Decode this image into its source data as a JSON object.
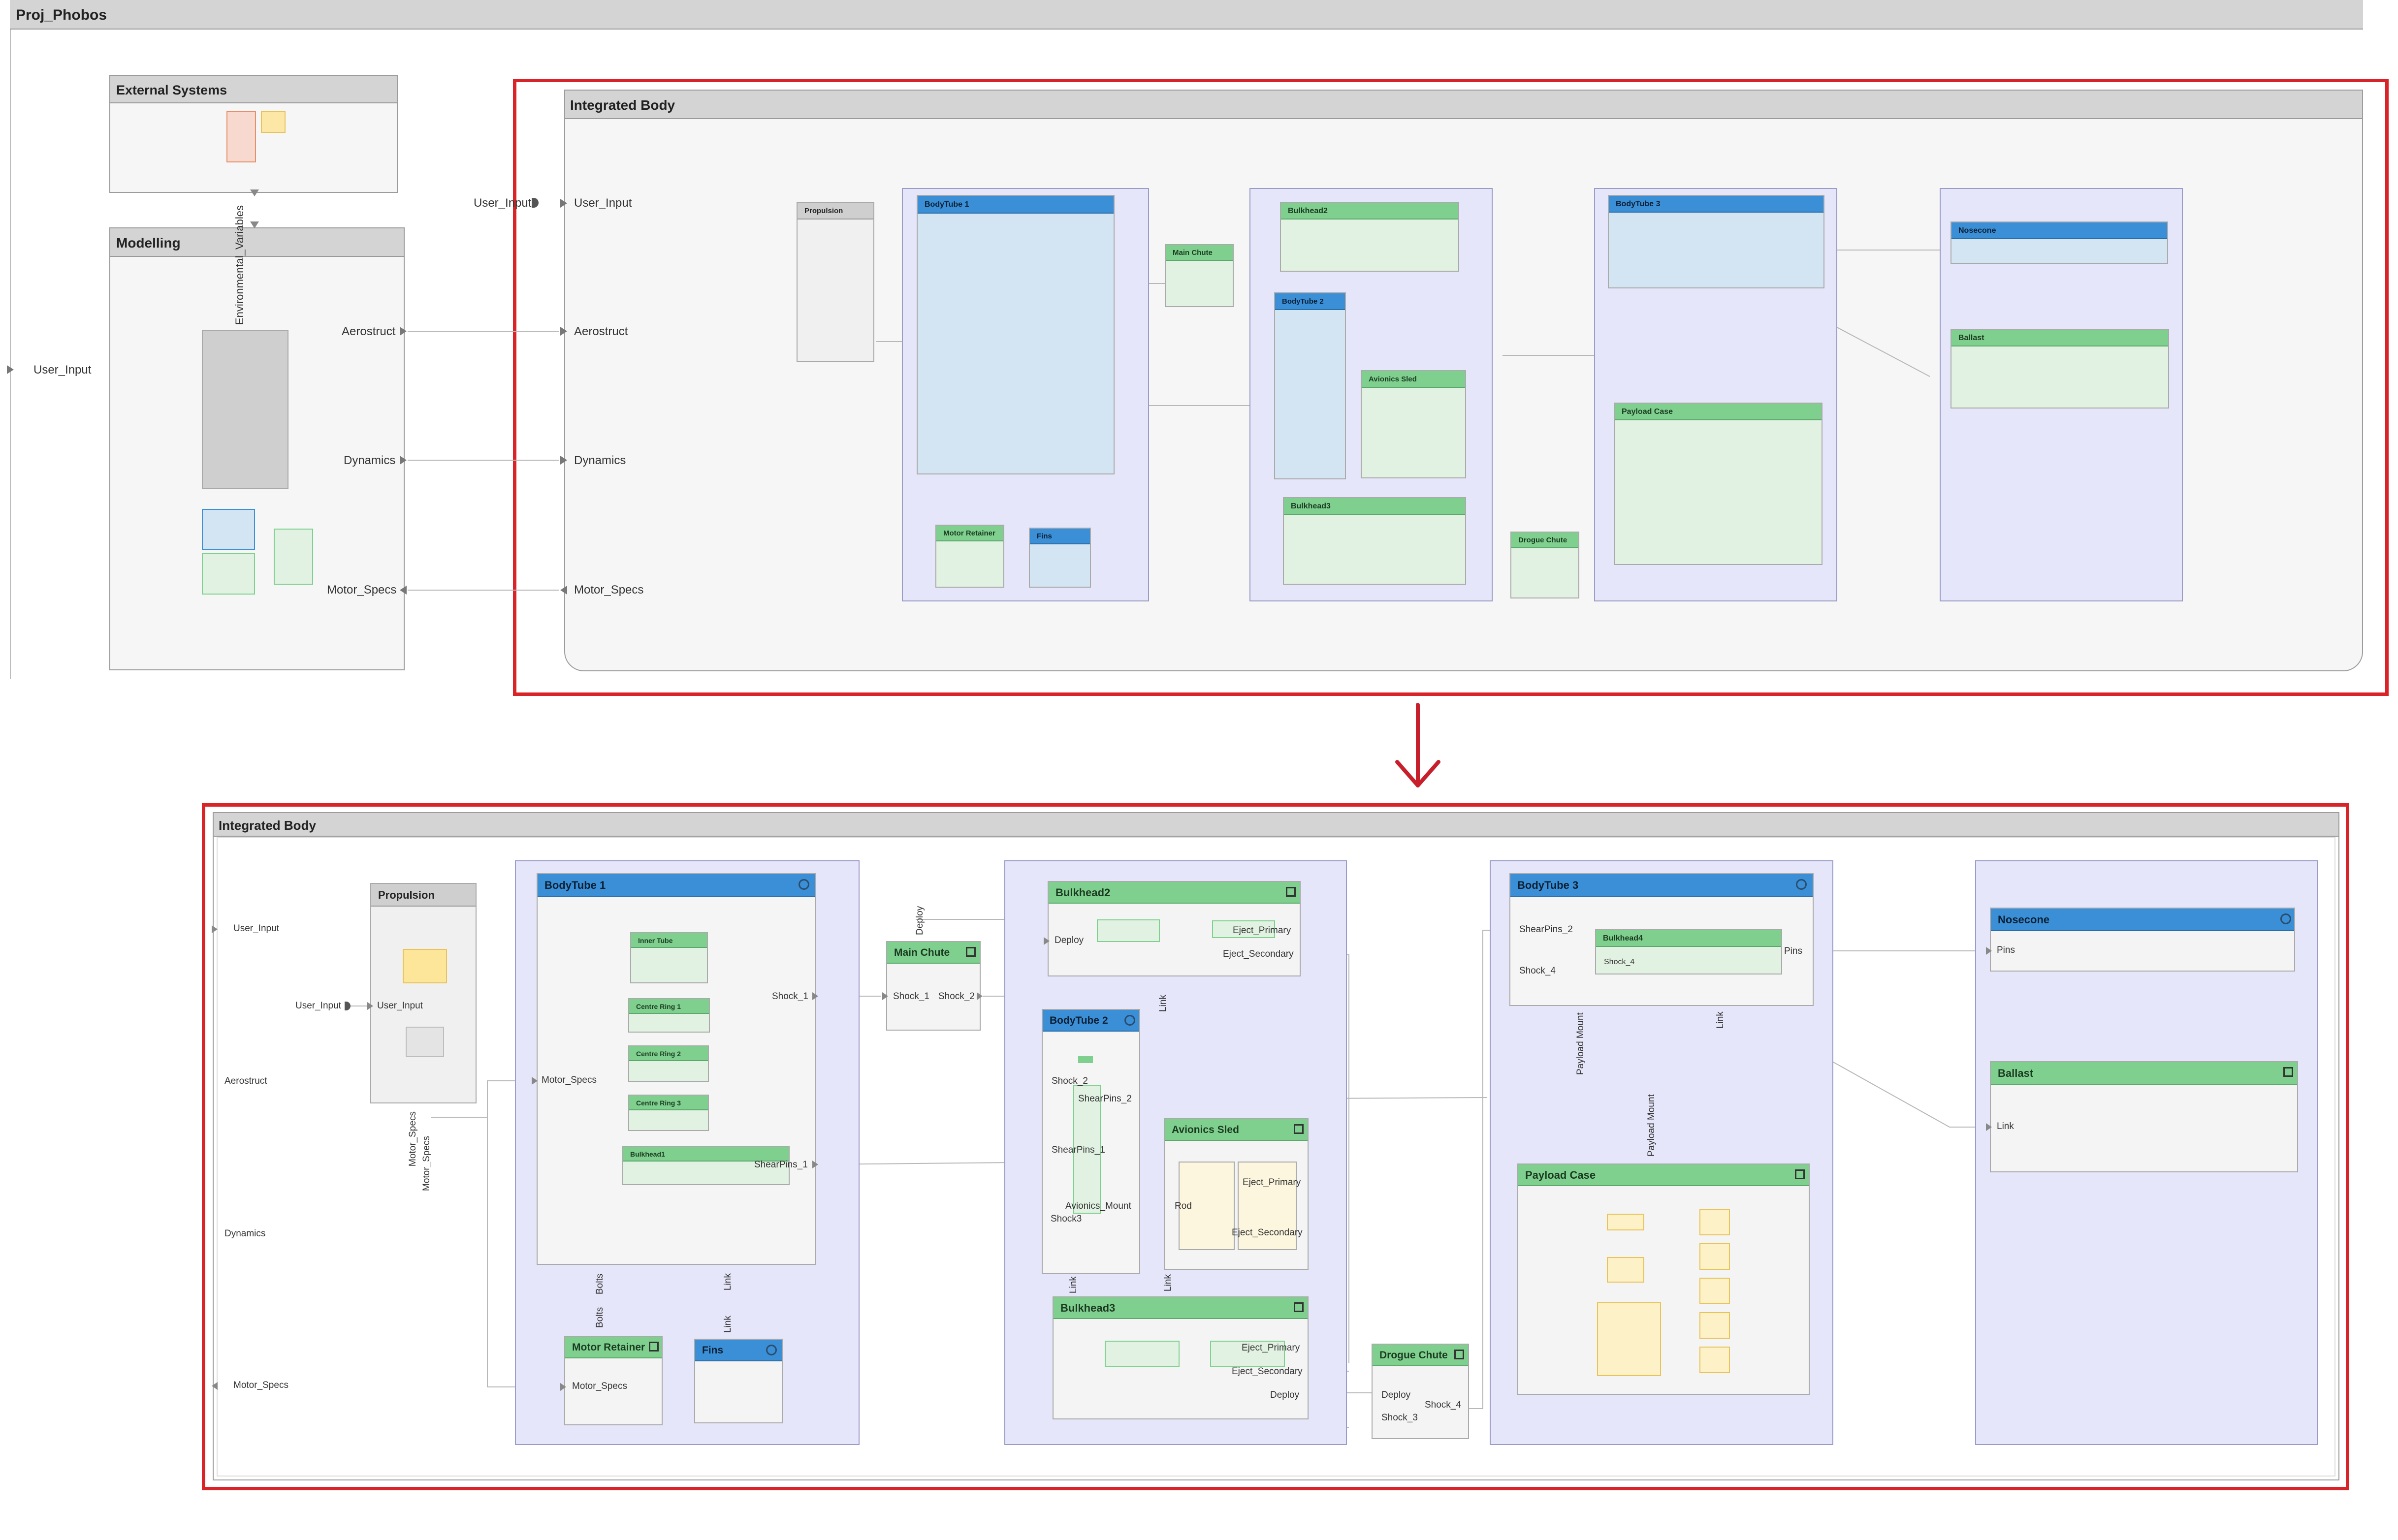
{
  "project": {
    "title": "Proj_Phobos"
  },
  "top": {
    "external_systems": "External Systems",
    "modelling": "Modelling",
    "environmental_variables": "Environmental_Variables",
    "user_input": "User_Input",
    "modelling_ports": [
      "Aerostruct",
      "Dynamics",
      "Motor_Specs"
    ],
    "integrated_body": "Integrated Body",
    "ib_ports": [
      "User_Input",
      "Aerostruct",
      "Dynamics",
      "Motor_Specs"
    ],
    "propulsion": "Propulsion",
    "bodytube1": "BodyTube 1",
    "main_chute": "Main Chute",
    "bulkhead2": "Bulkhead2",
    "bodytube2": "BodyTube 2",
    "avionics_sled": "Avionics Sled",
    "bulkhead3": "Bulkhead3",
    "motor_retainer": "Motor Retainer",
    "fins": "Fins",
    "drogue_chute": "Drogue Chute",
    "bodytube3": "BodyTube 3",
    "payload_case": "Payload Case",
    "nosecone": "Nosecone",
    "ballast": "Ballast"
  },
  "detail": {
    "title": "Integrated Body",
    "left_ports": [
      "User_Input",
      "Aerostruct",
      "Dynamics",
      "Motor_Specs"
    ],
    "propulsion": {
      "title": "Propulsion",
      "in_port": "User_Input",
      "ext_in": "User_Input",
      "out_ports": [
        "Motor_Specs",
        "Motor_Specs"
      ]
    },
    "bodytube1": {
      "title": "BodyTube 1",
      "ports": {
        "motor_specs": "Motor_Specs",
        "shock_1": "Shock_1",
        "shearpins_1": "ShearPins_1",
        "bolts": "Bolts",
        "link": "Link"
      },
      "children": [
        "Inner Tube",
        "Centre Ring 1",
        "Centre Ring 2",
        "Centre Ring 3",
        "Bulkhead1"
      ]
    },
    "main_chute": {
      "title": "Main Chute",
      "ports": [
        "Shock_1",
        "Shock_2"
      ],
      "deploy": "Deploy"
    },
    "bulkhead2": {
      "title": "Bulkhead2",
      "ports": [
        "Deploy",
        "Eject_Primary",
        "Eject_Secondary"
      ],
      "link": "Link"
    },
    "bodytube2": {
      "title": "BodyTube 2",
      "ports": [
        "Shock_2",
        "ShearPins_2",
        "ShearPins_1",
        "Avionics_Mount",
        "Shock3"
      ],
      "link": "Link"
    },
    "avionics_sled": {
      "title": "Avionics Sled",
      "ports": [
        "Rod",
        "Eject_Primary",
        "Eject_Secondary"
      ]
    },
    "bulkhead3": {
      "title": "Bulkhead3",
      "ports": [
        "Eject_Primary",
        "Eject_Secondary",
        "Deploy"
      ],
      "link": "Link"
    },
    "motor_retainer": {
      "title": "Motor Retainer",
      "port": "Motor_Specs",
      "bolts": "Bolts"
    },
    "fins": {
      "title": "Fins",
      "link": "Link"
    },
    "drogue_chute": {
      "title": "Drogue Chute",
      "ports": [
        "Deploy",
        "Shock_3",
        "Shock_4"
      ]
    },
    "bodytube3": {
      "title": "BodyTube 3",
      "ports": [
        "ShearPins_2",
        "Shock_4",
        "Pins"
      ],
      "child": "Bulkhead4",
      "child_port": "Shock_4",
      "payload_mount": "Payload Mount",
      "link": "Link"
    },
    "payload_case": {
      "title": "Payload Case",
      "payload_mount": "Payload Mount"
    },
    "nosecone": {
      "title": "Nosecone",
      "port": "Pins"
    },
    "ballast": {
      "title": "Ballast",
      "port": "Link"
    }
  },
  "colors": {
    "highlight": "#d82428",
    "arrow": "#c8202a",
    "green": "#7fd08f",
    "blue": "#3b8fd6",
    "lavender": "#e6e6fa"
  }
}
